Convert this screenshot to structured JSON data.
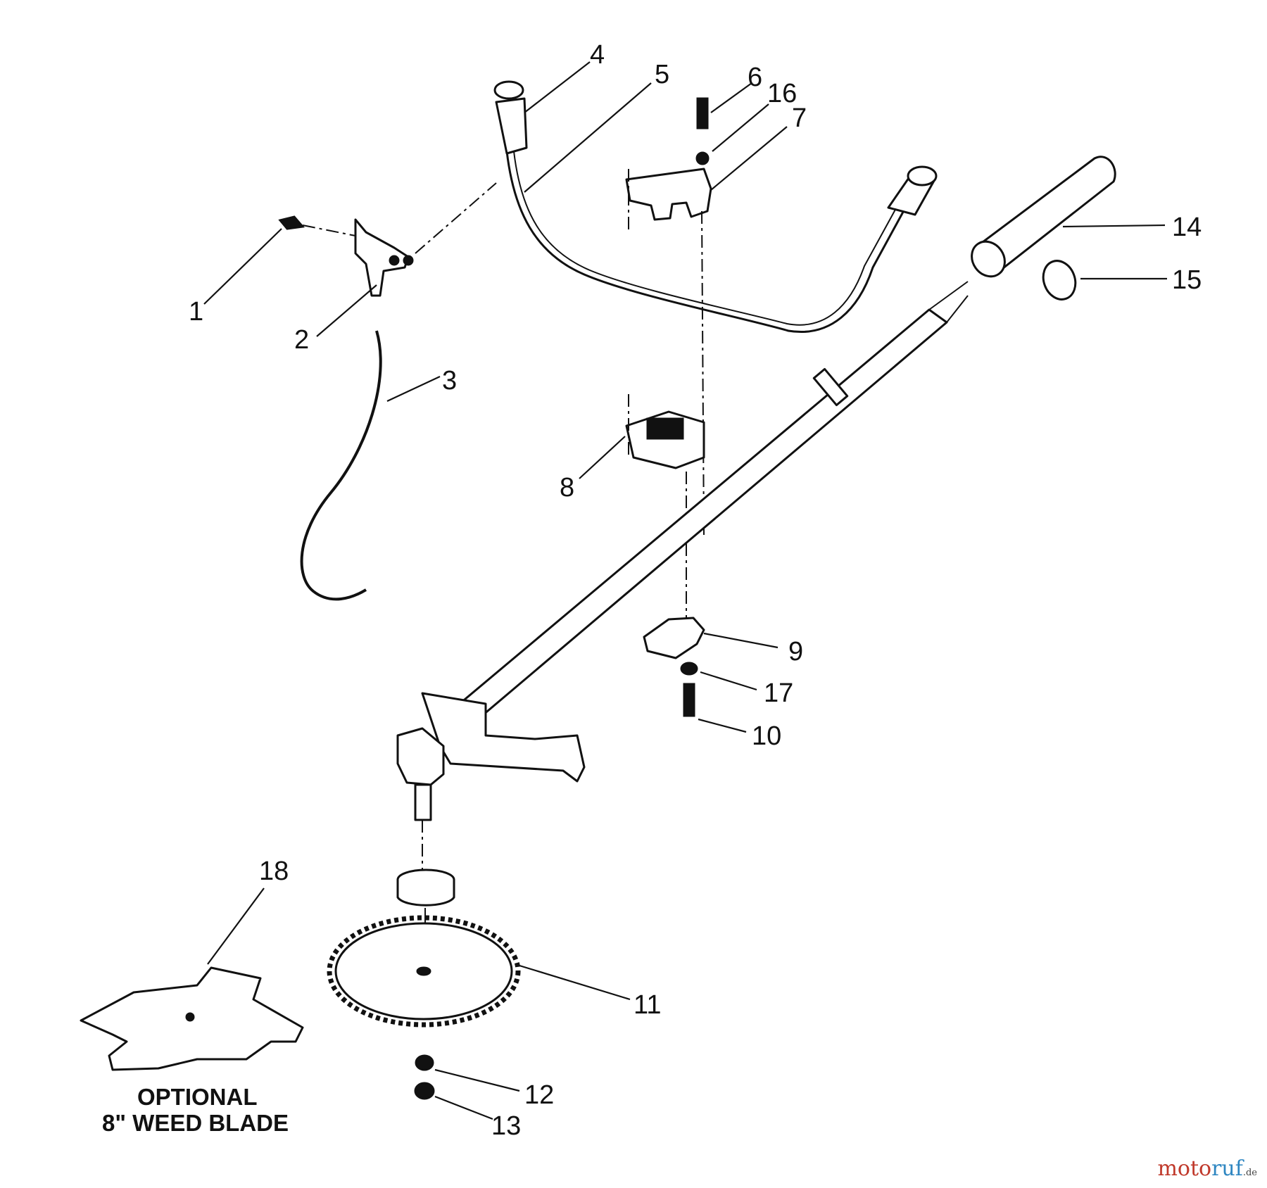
{
  "callouts": [
    "1",
    "2",
    "3",
    "4",
    "5",
    "6",
    "16",
    "7",
    "14",
    "15",
    "8",
    "9",
    "17",
    "10",
    "18",
    "11",
    "12",
    "13"
  ],
  "caption": {
    "line1": "OPTIONAL",
    "line2": "8\" WEED BLADE"
  },
  "watermark": {
    "part1": "moto",
    "part2": "ruf",
    "part3": ".de"
  }
}
